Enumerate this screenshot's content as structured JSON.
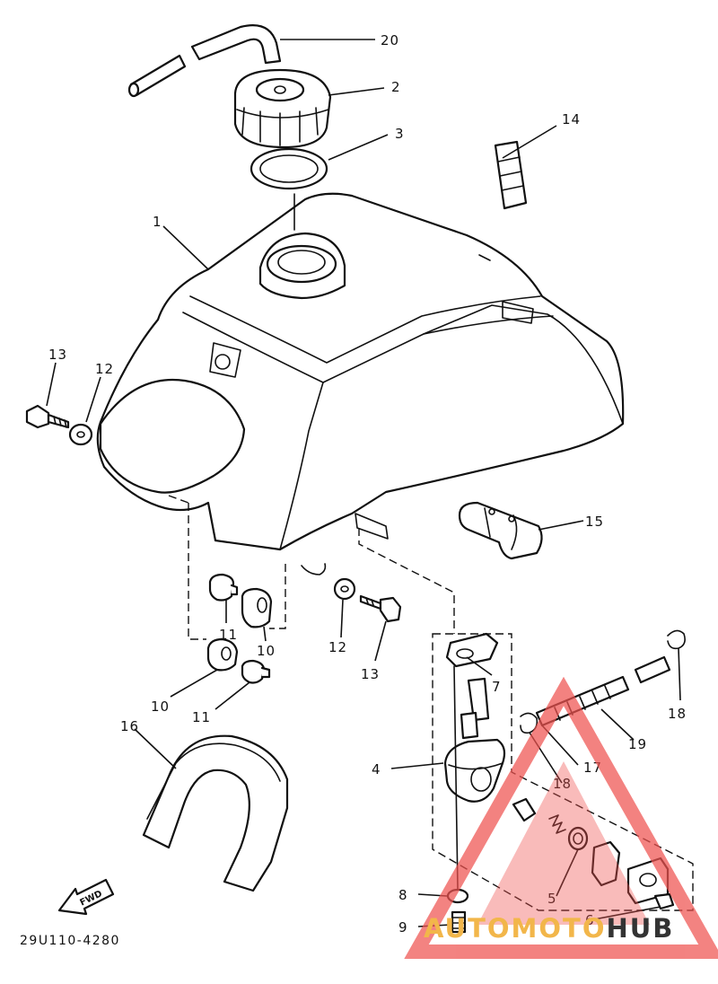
{
  "diagram": {
    "drawing_code": "29U110-4280",
    "fwd_label": "FWD",
    "callouts": [
      {
        "id": "c1",
        "label": "1"
      },
      {
        "id": "c2",
        "label": "2"
      },
      {
        "id": "c3",
        "label": "3"
      },
      {
        "id": "c4",
        "label": "4"
      },
      {
        "id": "c5",
        "label": "5"
      },
      {
        "id": "c6",
        "label": "6"
      },
      {
        "id": "c7",
        "label": "7"
      },
      {
        "id": "c8",
        "label": "8"
      },
      {
        "id": "c9",
        "label": "9"
      },
      {
        "id": "c10a",
        "label": "10"
      },
      {
        "id": "c10b",
        "label": "10"
      },
      {
        "id": "c11a",
        "label": "11"
      },
      {
        "id": "c11b",
        "label": "11"
      },
      {
        "id": "c12a",
        "label": "12"
      },
      {
        "id": "c12b",
        "label": "12"
      },
      {
        "id": "c13a",
        "label": "13"
      },
      {
        "id": "c13b",
        "label": "13"
      },
      {
        "id": "c14",
        "label": "14"
      },
      {
        "id": "c15",
        "label": "15"
      },
      {
        "id": "c16",
        "label": "16"
      },
      {
        "id": "c17",
        "label": "17"
      },
      {
        "id": "c18a",
        "label": "18"
      },
      {
        "id": "c18b",
        "label": "18"
      },
      {
        "id": "c19",
        "label": "19"
      },
      {
        "id": "c20",
        "label": "20"
      }
    ]
  },
  "watermark": {
    "brand_part1": "AUTOMOTO",
    "brand_part2": "HUB",
    "color_part1": "#f2b64a",
    "color_part2": "#333333",
    "logo_color": "#ef5350"
  },
  "colors": {
    "line": "#111111",
    "background": "#ffffff"
  }
}
